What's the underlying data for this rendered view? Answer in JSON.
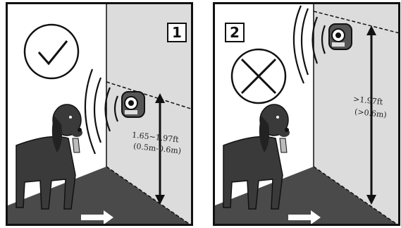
{
  "panels": [
    {
      "number": "1",
      "status_icon": "checkmark-icon",
      "distance_text": "1.65~1.97ft",
      "distance_metric": "(0.5m-0.6m)"
    },
    {
      "number": "2",
      "status_icon": "x-mark-icon",
      "distance_text": ">1.97ft",
      "distance_metric": "(>0.6m)"
    }
  ],
  "colors": {
    "frame": "#111111",
    "wall": "#d9d9d9",
    "floor": "#4a4a4a",
    "dog": "#3a3a3a",
    "arrow": "#ffffff"
  }
}
